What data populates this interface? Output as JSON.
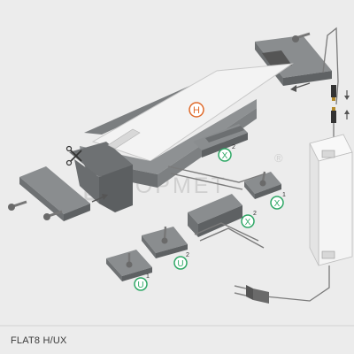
{
  "product": {
    "code": "FLAT8 H/UX"
  },
  "watermark": {
    "brand": "TOPMET",
    "registered_mark": "®"
  },
  "callouts": [
    {
      "id": "H",
      "letter": "H",
      "color": "#e06a2a"
    },
    {
      "id": "X2-top",
      "letter": "X",
      "index": "2",
      "color": "#2fa866"
    },
    {
      "id": "X1-right",
      "letter": "X",
      "index": "1",
      "color": "#2fa866"
    },
    {
      "id": "X2-mid",
      "letter": "X",
      "index": "2",
      "color": "#2fa866"
    },
    {
      "id": "U2",
      "letter": "U",
      "index": "2",
      "color": "#2fa866"
    },
    {
      "id": "U1",
      "letter": "U",
      "index": "1",
      "color": "#2fa866"
    }
  ],
  "colors": {
    "background": "#ececec",
    "profile_dark": "#6d7072",
    "profile_mid": "#8a8d8f",
    "profile_light": "#a6a9ab",
    "diffuser": "#f2f2f2",
    "psu": "#f5f5f5",
    "wire": "#7a7a7a"
  },
  "icons": [
    "screw-icon",
    "move-arrow-icon",
    "scissors-icon",
    "power-plug-icon",
    "power-supply-icon",
    "connector-icon"
  ]
}
